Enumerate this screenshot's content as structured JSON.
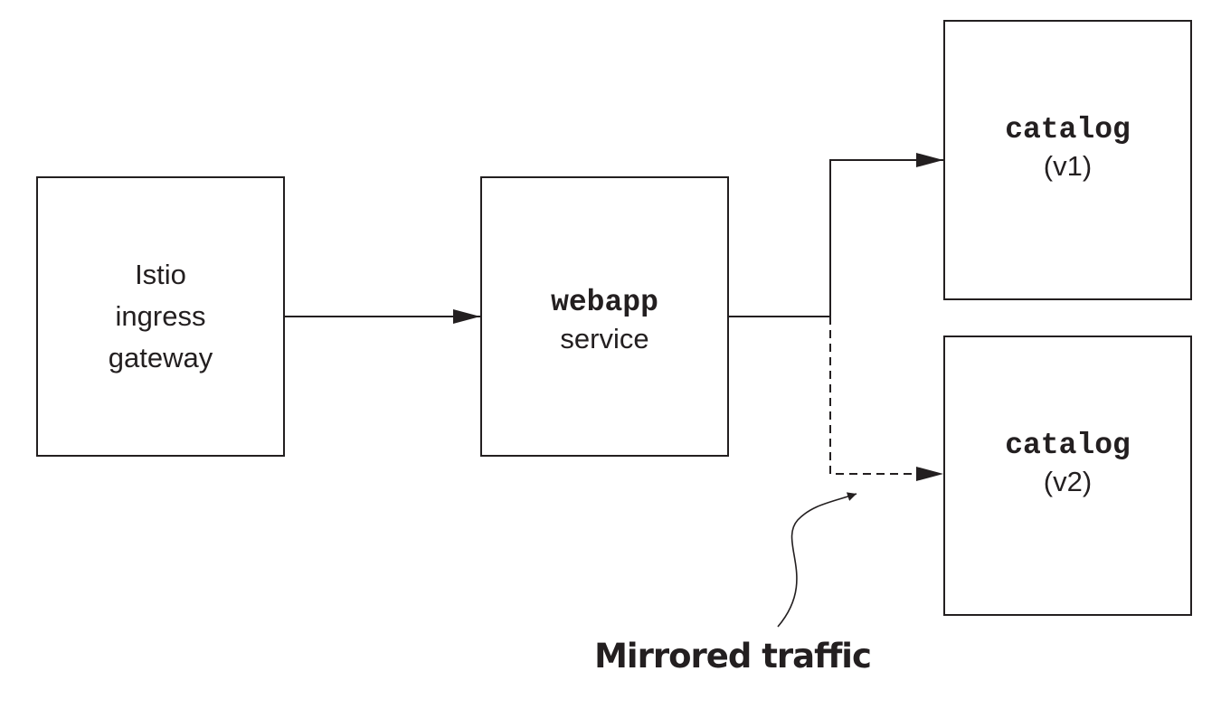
{
  "nodes": {
    "gateway": {
      "lines": [
        "Istio",
        "ingress",
        "gateway"
      ]
    },
    "webapp": {
      "name": "webapp",
      "sublabel": "service"
    },
    "catalog_v1": {
      "name": "catalog",
      "version": "(v1)"
    },
    "catalog_v2": {
      "name": "catalog",
      "version": "(v2)"
    }
  },
  "annotation": {
    "text": "Mirrored traffic"
  },
  "edges": [
    {
      "from": "gateway",
      "to": "webapp",
      "style": "solid"
    },
    {
      "from": "webapp",
      "to": "catalog_v1",
      "style": "solid"
    },
    {
      "from": "webapp",
      "to": "catalog_v2",
      "style": "dashed"
    }
  ],
  "colors": {
    "stroke": "#231f20",
    "background": "#ffffff"
  }
}
